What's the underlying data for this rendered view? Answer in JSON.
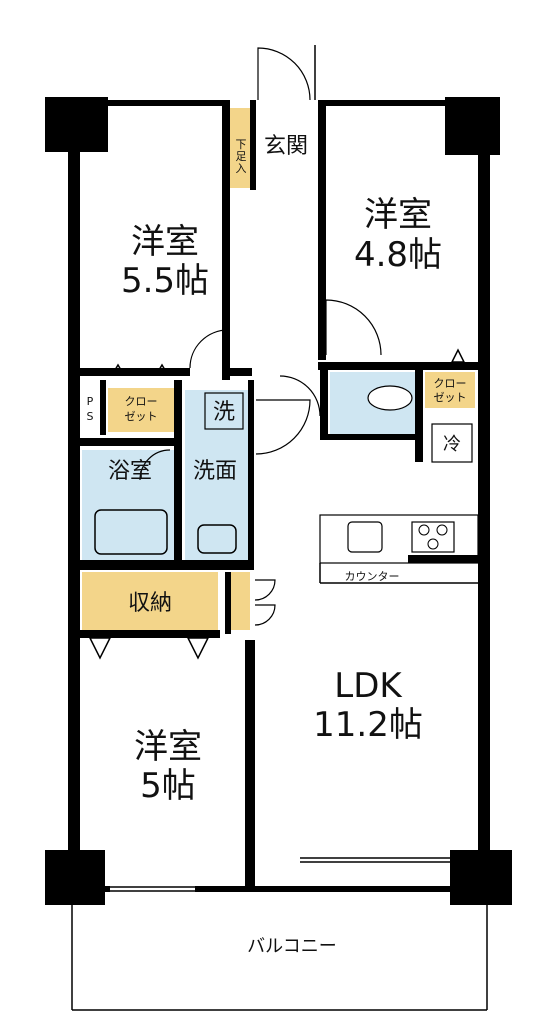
{
  "rooms": {
    "bedroom1_name": "洋室",
    "bedroom1_size": "5.5帖",
    "bedroom2_name": "洋室",
    "bedroom2_size": "4.8帖",
    "bedroom3_name": "洋室",
    "bedroom3_size": "5帖",
    "ldk_name": "LDK",
    "ldk_size": "11.2帖",
    "entrance": "玄関",
    "shoe_box": "下足入",
    "bath": "浴室",
    "washroom": "洗面",
    "washer": "洗",
    "storage": "収納",
    "closet1": "クロー\nゼット",
    "closet2": "クロー\nゼット",
    "ps": "PS",
    "fridge": "冷",
    "counter": "カウンター",
    "balcony": "バルコニー"
  },
  "colors": {
    "wall": "#000000",
    "wet_area": "#cfe6f2",
    "storage": "#f3d58a",
    "background": "#ffffff"
  }
}
